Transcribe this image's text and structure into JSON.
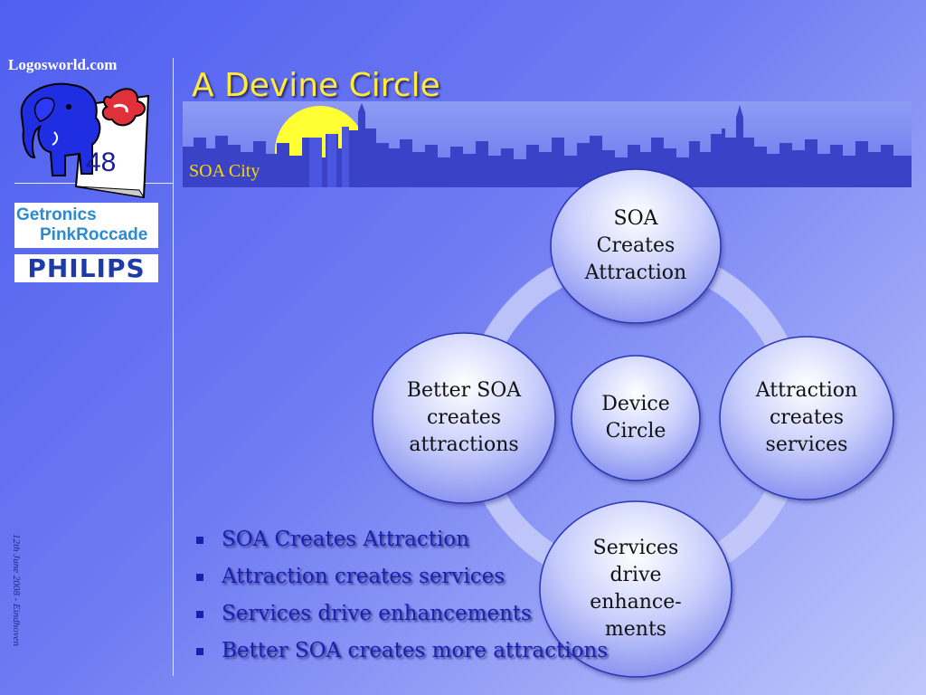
{
  "sidebar": {
    "site_name": "Logosworld.com",
    "slide_number": "48",
    "partner_logo_1": {
      "line1": "Getronics",
      "line2": "PinkRoccade"
    },
    "partner_logo_2": "PHILIPS",
    "date_footer": "12th June 2008 - Eindhoven"
  },
  "header": {
    "title": "A Devine Circle",
    "subtitle": "SOA City"
  },
  "cycle": {
    "nodes": {
      "top": "SOA\nCreates\nAttraction",
      "right": "Attraction\ncreates\nservices",
      "bottom": "Services\ndrive\nenhance-\nments",
      "left": "Better SOA\ncreates\nattractions",
      "center": "Device\nCircle"
    }
  },
  "bullets": [
    "SOA Creates Attraction",
    "Attraction creates services",
    "Services drive enhancements",
    "Better SOA creates more attractions"
  ],
  "colors": {
    "title": "#ffeb3b",
    "bullet_text": "#1a1fb0",
    "background_start": "#4f5ff0",
    "background_end": "#c0c7fb"
  },
  "icons": [
    "elephant-logo-icon",
    "city-skyline-icon",
    "sun-icon",
    "bullet-square-icon"
  ]
}
